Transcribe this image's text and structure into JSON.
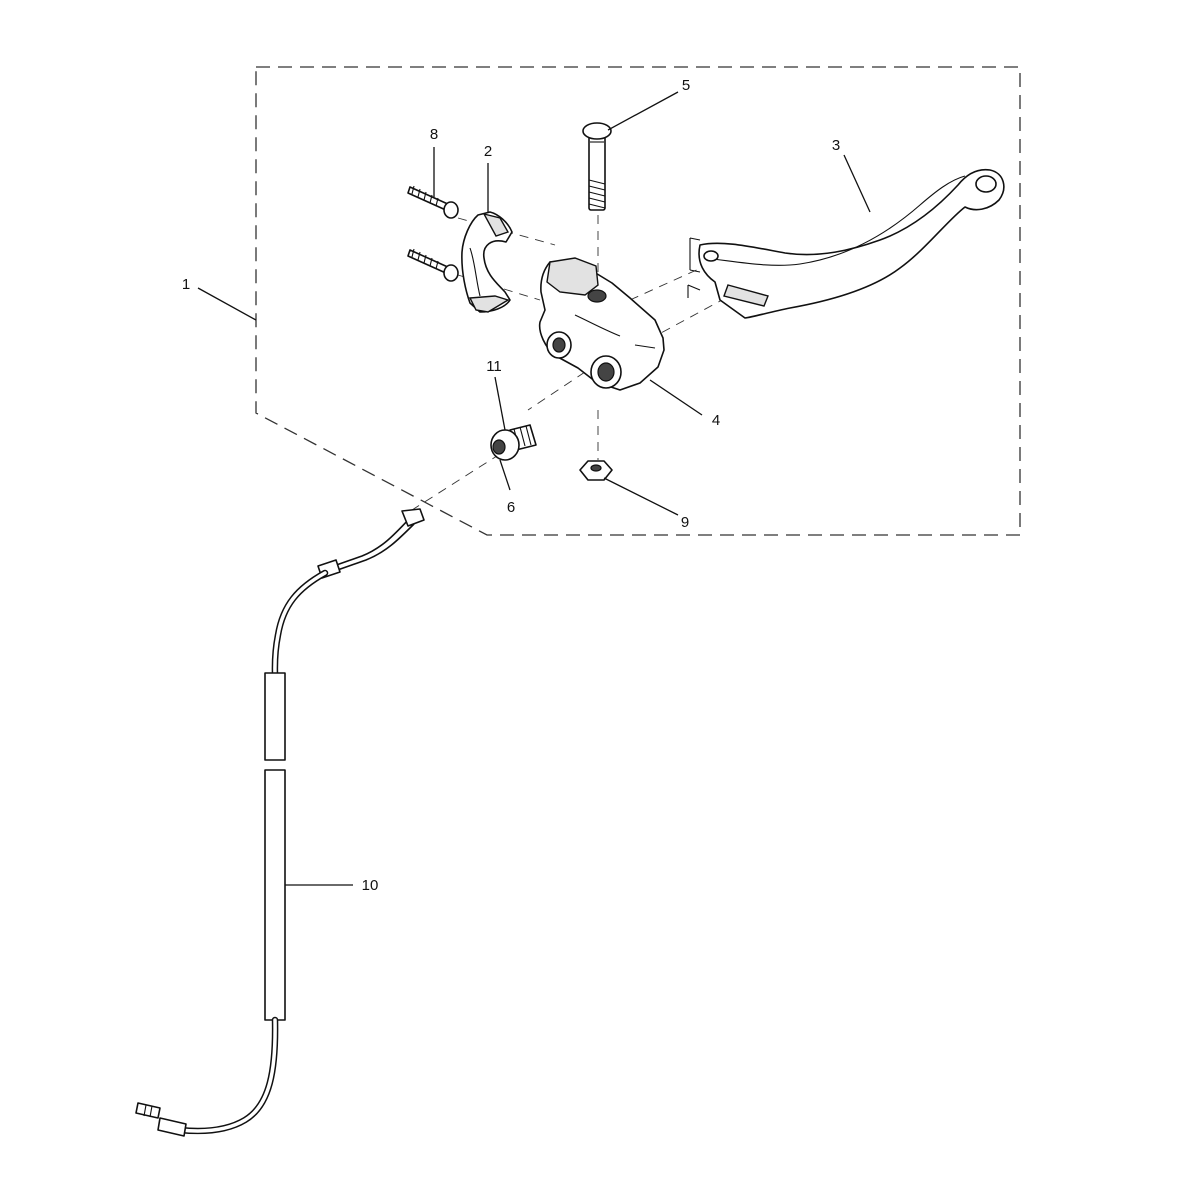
{
  "diagram": {
    "callouts": [
      {
        "id": "1",
        "text": "1"
      },
      {
        "id": "2",
        "text": "2"
      },
      {
        "id": "3",
        "text": "3"
      },
      {
        "id": "4",
        "text": "4"
      },
      {
        "id": "5",
        "text": "5"
      },
      {
        "id": "6",
        "text": "6"
      },
      {
        "id": "8",
        "text": "8"
      },
      {
        "id": "9",
        "text": "9"
      },
      {
        "id": "10",
        "text": "10"
      },
      {
        "id": "11",
        "text": "11"
      }
    ],
    "colors": {
      "line": "#111111",
      "shade": "#e2e2e2",
      "background": "#ffffff"
    }
  }
}
